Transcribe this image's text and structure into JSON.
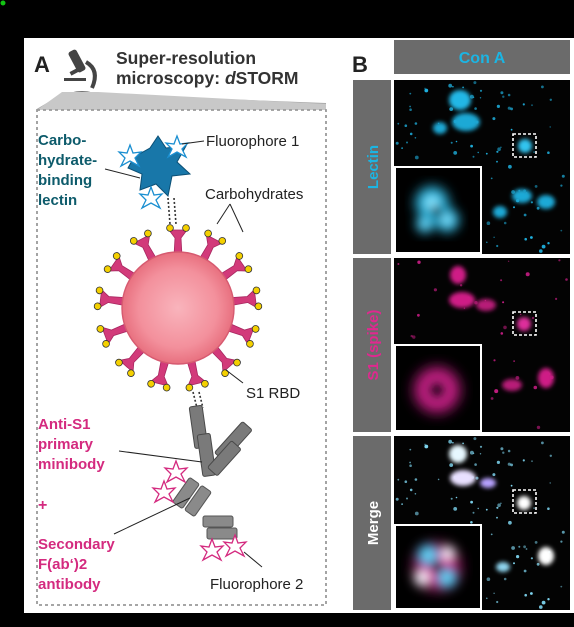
{
  "panel_a": {
    "letter": "A",
    "heading": {
      "line1": "Super-resolution",
      "line2_prefix": "microscopy: ",
      "line2_italic": "d",
      "line2_suffix": "STORM"
    },
    "lectin_label": [
      "Carbo-",
      "hydrate-",
      "binding",
      "lectin"
    ],
    "fluorophore1": "Fluorophore 1",
    "carbohydrates": "Carbohydrates",
    "s1rbd": "S1 RBD",
    "anti_s1": [
      "Anti-S1",
      "primary",
      "minibody"
    ],
    "plus": "+",
    "secondary": [
      "Secondary",
      "F(ab‘)2",
      "antibody"
    ],
    "fluorophore2": "Fluorophore 2"
  },
  "panel_b": {
    "letter": "B",
    "column_header": "Con A",
    "rows": [
      {
        "label": "Lectin",
        "color": "#1bb5e3"
      },
      {
        "label": "S1 (spike)",
        "color": "#e0288f"
      },
      {
        "label": "Merge",
        "color": "#ffffff"
      }
    ]
  },
  "colors": {
    "cyan": "#1bb5e3",
    "magenta": "#e0288f",
    "teal_text": "#0d5b6b",
    "pink_text": "#d42a7f",
    "virus": "#f3909c",
    "spike": "#d23a7a",
    "gray_header": "#6b6b6b"
  },
  "icons": {
    "microscope": "microscope-icon"
  }
}
